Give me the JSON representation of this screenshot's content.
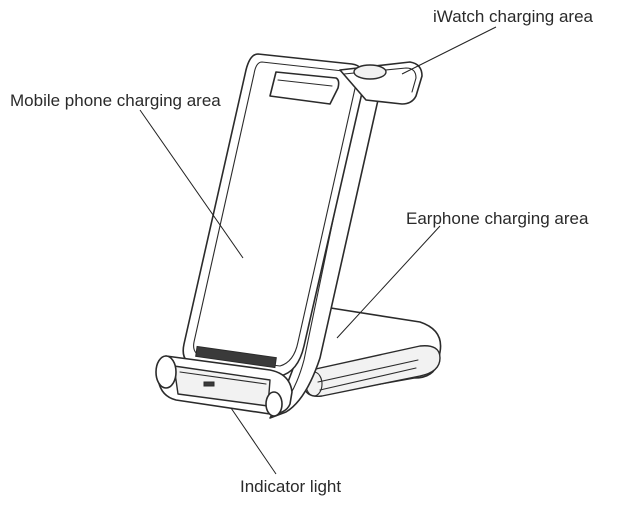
{
  "labels": {
    "iwatch": "iWatch charging area",
    "phone": "Mobile phone charging area",
    "earphone": "Earphone charging area",
    "indicator": "Indicator light"
  },
  "colors": {
    "line": "#2b2b2b",
    "text": "#2a2a2a",
    "background": "#ffffff"
  }
}
